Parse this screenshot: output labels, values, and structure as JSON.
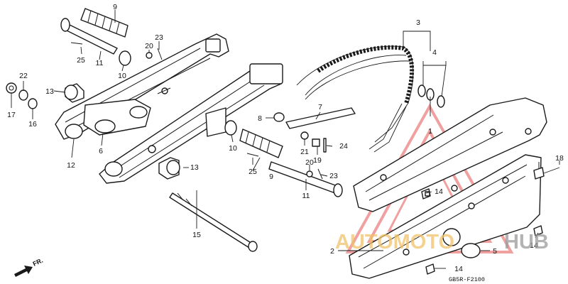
{
  "diagram": {
    "catalog_code": "GB5R-F2100",
    "direction_label": "FR.",
    "callouts": [
      {
        "id": "c9a",
        "text": "9"
      },
      {
        "id": "c23a",
        "text": "23"
      },
      {
        "id": "c20a",
        "text": "20"
      },
      {
        "id": "c25a",
        "text": "25"
      },
      {
        "id": "c11a",
        "text": "11"
      },
      {
        "id": "c10a",
        "text": "10"
      },
      {
        "id": "c22",
        "text": "22"
      },
      {
        "id": "c13a",
        "text": "13"
      },
      {
        "id": "c17",
        "text": "17"
      },
      {
        "id": "c16",
        "text": "16"
      },
      {
        "id": "c12",
        "text": "12"
      },
      {
        "id": "c6",
        "text": "6"
      },
      {
        "id": "c10b",
        "text": "10"
      },
      {
        "id": "c25b",
        "text": "25"
      },
      {
        "id": "c9b",
        "text": "9"
      },
      {
        "id": "c13b",
        "text": "13"
      },
      {
        "id": "c15",
        "text": "15"
      },
      {
        "id": "c8",
        "text": "8"
      },
      {
        "id": "c7",
        "text": "7"
      },
      {
        "id": "c21",
        "text": "21"
      },
      {
        "id": "c19",
        "text": "19"
      },
      {
        "id": "c24",
        "text": "24"
      },
      {
        "id": "c20b",
        "text": "20"
      },
      {
        "id": "c23b",
        "text": "23"
      },
      {
        "id": "c11b",
        "text": "11"
      },
      {
        "id": "c3",
        "text": "3"
      },
      {
        "id": "c4",
        "text": "4"
      },
      {
        "id": "c1",
        "text": "1"
      },
      {
        "id": "c18",
        "text": "18"
      },
      {
        "id": "c14a",
        "text": "14"
      },
      {
        "id": "c14b",
        "text": "14"
      },
      {
        "id": "c2",
        "text": "2"
      },
      {
        "id": "c5",
        "text": "5"
      },
      {
        "id": "c14c",
        "text": "14"
      }
    ]
  },
  "watermark": {
    "word_left": "AUTOMOTO",
    "word_right": "HUB",
    "color_left": "#f2c26b",
    "color_right": "#9a9a9a",
    "triangle_color": "#e65454"
  }
}
